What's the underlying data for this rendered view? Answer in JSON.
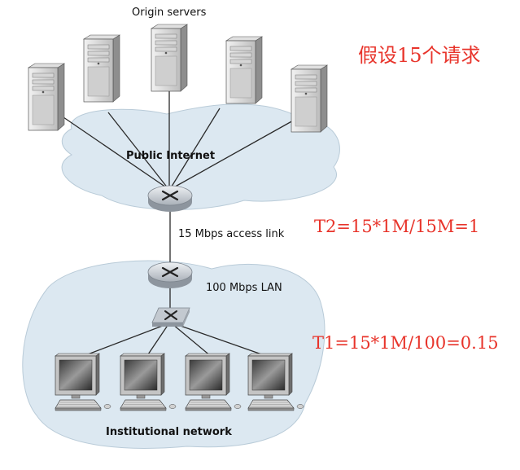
{
  "labels": {
    "origin_servers": "Origin servers",
    "public_internet": "Public Internet",
    "access_link": "15 Mbps access link",
    "lan": "100 Mbps LAN",
    "institutional_network": "Institutional network"
  },
  "annotations": {
    "assumption": "假设15个请求",
    "t2": "T2=15*1M/15M=1",
    "t1": "T1=15*1M/100=0.15"
  },
  "colors": {
    "annotation": "#e8342b",
    "cloud": "#dce8f1",
    "server": "#c9c9c9",
    "router": "#b9bfc6",
    "line": "#2a2a2a"
  },
  "icons": {
    "server": "server-tower-icon",
    "router": "router-icon",
    "switch": "switch-icon",
    "computer": "desktop-computer-icon"
  }
}
